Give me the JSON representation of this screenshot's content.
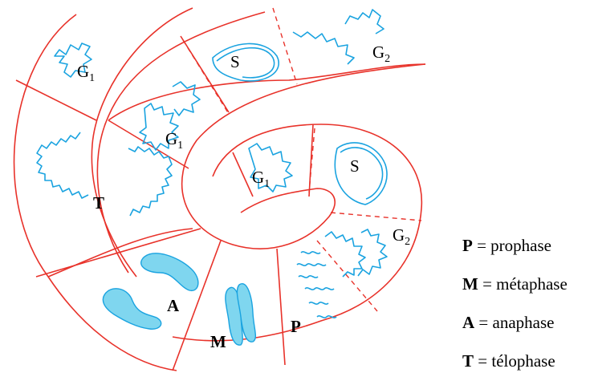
{
  "phase_labels": {
    "g1_outer": "G",
    "s_outer": "S",
    "g2_outer": "G",
    "g1_middle": "G",
    "g1_inner": "G",
    "s_inner": "S",
    "g2_inner": "G",
    "t": "T",
    "a": "A",
    "m": "M",
    "p": "P",
    "subscript_1": "1",
    "subscript_2": "2"
  },
  "legend": [
    {
      "key": "P",
      "equals": " = ",
      "text": "prophase"
    },
    {
      "key": "M",
      "equals": " = ",
      "text": "métaphase"
    },
    {
      "key": "A",
      "equals": " = ",
      "text": "anaphase"
    },
    {
      "key": "T",
      "equals": " = ",
      "text": "télophase"
    }
  ],
  "colors": {
    "line": "#e8322a",
    "chromosome": "#1aa3e0",
    "chromatid_fill": "#7fd6ef"
  }
}
